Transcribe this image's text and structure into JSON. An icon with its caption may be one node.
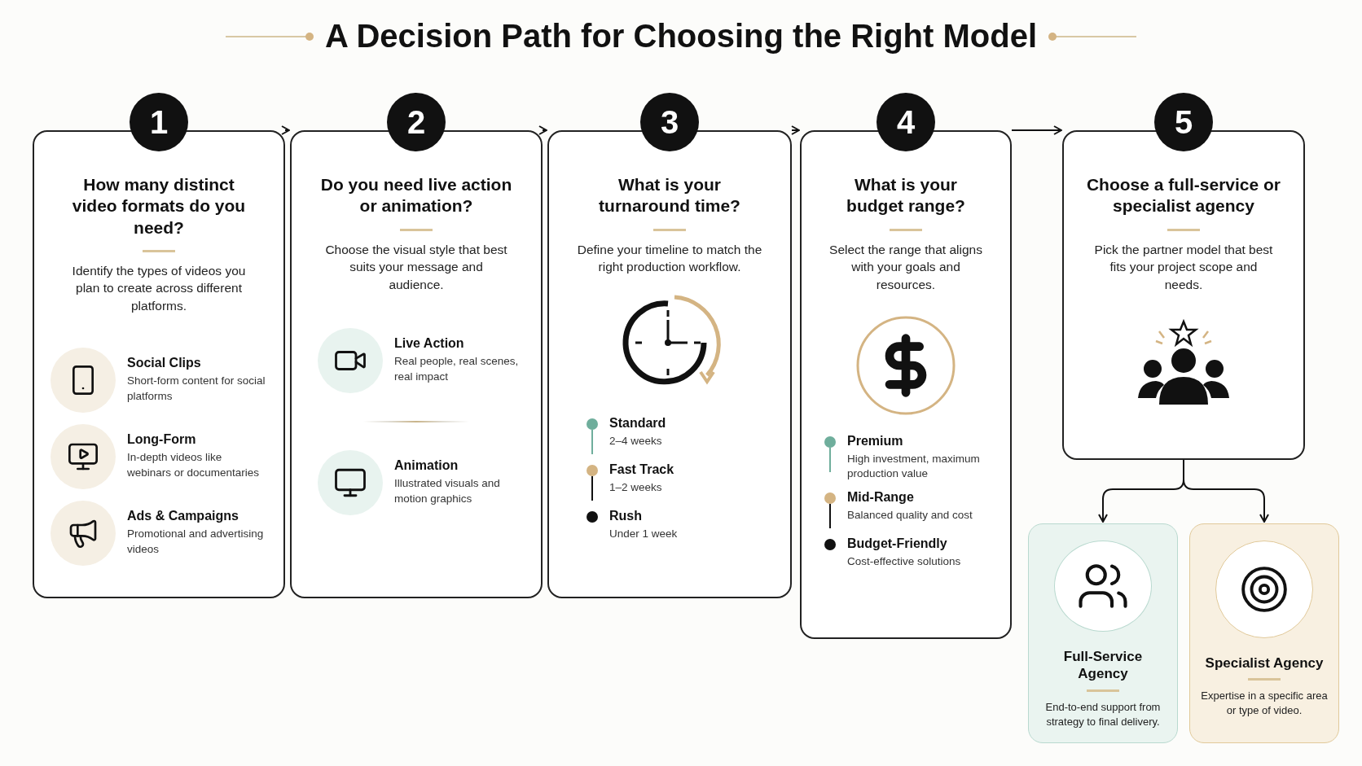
{
  "diagram": {
    "title": "A Decision Path for Choosing the Right Model",
    "nodes": [
      {
        "text": [
          "1",
          "How many distinct video formats do you need?",
          "Identify the types of videos you plan to create across different platforms.",
          "Social Clips",
          "Short-form content for social platforms",
          "Long-Form",
          "In-depth videos like webinars or documentaries",
          "Ads & Campaigns",
          "Promotional and advertising videos"
        ]
      },
      {
        "text": [
          "2",
          "Do you need live action or animation?",
          "Choose the visual style that best suits your message and audience.",
          "Live Action",
          "Real people, real scenes, real impact",
          "Animation",
          "Illustrated visuals and motion graphics"
        ]
      },
      {
        "text": [
          "3",
          "What is your turnaround time?",
          "Define your timeline to match the right production workflow.",
          "Standard",
          "2–4 weeks",
          "Fast Track",
          "1–2 weeks",
          "Rush",
          "Under 1 week"
        ]
      },
      {
        "text": [
          "4",
          "What is your budget range?",
          "Select the range that aligns with your goals and resources.",
          "Premium",
          "High investment, maximum production value",
          "Mid-Range",
          "Balanced quality and cost",
          "Budget-Friendly",
          "Cost-effective solutions"
        ]
      },
      {
        "text": [
          "5",
          "Choose a full-service or specialist agency",
          "Pick the partner model that best fits your project scope and needs."
        ]
      },
      {
        "text": [
          "Full-Service Agency",
          "End-to-end support from strategy to final delivery."
        ]
      },
      {
        "text": [
          "Specialist Agency",
          "Expertise in a specific area or type of video."
        ]
      }
    ],
    "edges": [
      {
        "from": 0,
        "to": 1,
        "arrow": "to"
      },
      {
        "from": 1,
        "to": 2,
        "arrow": "to"
      },
      {
        "from": 2,
        "to": 3,
        "arrow": "to"
      },
      {
        "from": 3,
        "to": 4,
        "arrow": "to"
      },
      {
        "from": 4,
        "to": 5,
        "arrow": "to"
      },
      {
        "from": 4,
        "to": 6,
        "arrow": "to"
      }
    ]
  }
}
